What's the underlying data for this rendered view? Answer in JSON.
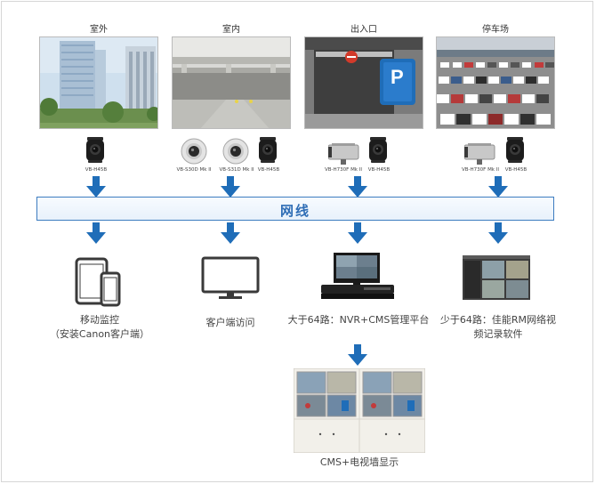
{
  "locations": [
    {
      "label": "室外",
      "cameras": [
        "VB-H45B"
      ]
    },
    {
      "label": "室内",
      "cameras": [
        "VB-S30D Mk II",
        "VB-S31D Mk II",
        "VB-H45B"
      ]
    },
    {
      "label": "出入口",
      "cameras": [
        "VB-H730F Mk II",
        "VB-H45B"
      ]
    },
    {
      "label": "停车场",
      "cameras": [
        "VB-H730F Mk II",
        "VB-H45B"
      ]
    }
  ],
  "network": {
    "label": "网线"
  },
  "clients": [
    {
      "label_line1": "移动监控",
      "label_line2": "（安装Canon客户端）"
    },
    {
      "label_line1": "客户端访问",
      "label_line2": ""
    },
    {
      "label_line1": "大于64路：NVR+CMS管理平台",
      "label_line2": ""
    },
    {
      "label_line1": "少于64路：佳能RM网络视",
      "label_line2": "频记录软件"
    }
  ],
  "video_wall": {
    "label": "CMS+电视墙显示"
  },
  "colors": {
    "accent": "#1f6db8",
    "network_border": "#3d7cc0"
  }
}
